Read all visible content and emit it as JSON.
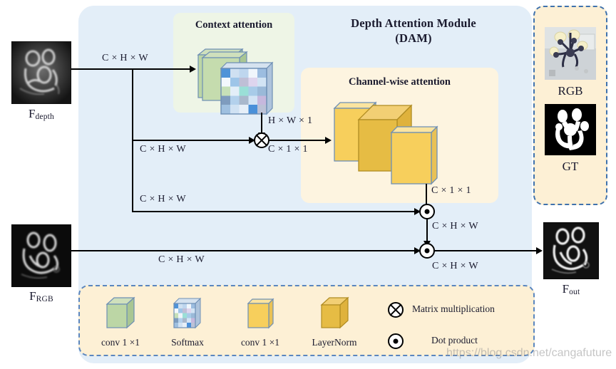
{
  "module": {
    "title_line1": "Depth Attention Module",
    "title_line2": "(DAM)",
    "context_attention_title": "Context attention",
    "channel_attention_title": "Channel-wise attention"
  },
  "inputs": {
    "depth_caption_base": "F",
    "depth_caption_sub": "depth",
    "rgb_caption_base": "F",
    "rgb_caption_sub": "RGB"
  },
  "output": {
    "caption_base": "F",
    "caption_sub": "out"
  },
  "right_panel": {
    "rgb_label": "RGB",
    "gt_label": "GT"
  },
  "dim_labels": {
    "depth_to_ctx": "C × H × W",
    "ctx_to_matmul": "H × W × 1",
    "depth_to_matmul": "C × H × W",
    "matmul_out": "C × 1 × 1",
    "cw_out": "C × 1 × 1",
    "depth_skip": "C × H × W",
    "dot1_out": "C × H × W",
    "rgb_skip": "C × H × W",
    "dot2_out": "C × H × W"
  },
  "legend": {
    "items": [
      {
        "id": "conv-green",
        "label": "conv 1 ×1",
        "icon": "green-cube"
      },
      {
        "id": "softmax",
        "label": "Softmax",
        "icon": "softmax-grid"
      },
      {
        "id": "conv-yellow",
        "label": "conv 1 ×1",
        "icon": "yellow-flat"
      },
      {
        "id": "layernorm",
        "label": "LayerNorm",
        "icon": "yellow-cube"
      }
    ],
    "symbols": [
      {
        "id": "matmul",
        "glyph": "cross-circle",
        "label": "Matrix multiplication"
      },
      {
        "id": "dotprod",
        "glyph": "dot-circle",
        "label": "Dot product"
      }
    ]
  },
  "watermark": "https://blog.csdn.net/cangafuture",
  "colors": {
    "panel_blue": "#e3eef8",
    "context_green_panel": "#eef5e6",
    "channel_cream_panel": "#fdf4e0",
    "legend_cream": "#fdf0d5",
    "dashed_border": "#3f72ad",
    "cube_green": "#bcd6a5",
    "cube_yellow": "#f7cf5c",
    "cube_yellow_dark": "#e0b63c",
    "cube_outline": "#6e8fb5"
  }
}
